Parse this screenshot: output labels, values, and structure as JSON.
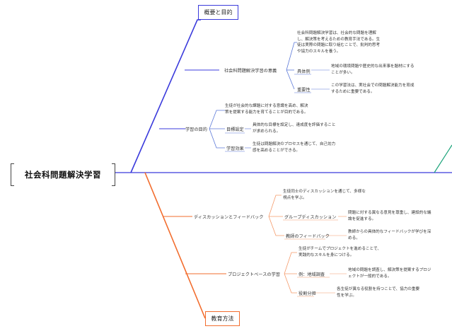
{
  "root": "社会科問題解決学習",
  "branch_top": {
    "title": "概要と目的",
    "definition": {
      "label": "社会科問題解決学習の意義",
      "text": [
        "社会科問題解決学習は、社会的な問題を理解",
        "し、解決策を考えるための教育手法である。生",
        "徒は実際の問題に取り組むことで、批判的思考",
        "や協力のスキルを養う。"
      ],
      "children": [
        {
          "label": "具体例",
          "text": [
            "地域の環境問題や歴史的な出来事を題材にする",
            "ことが多い。"
          ]
        },
        {
          "label": "重要性",
          "text": [
            "この学習法は、実社会での問題解決能力を育成",
            "するために重要である。"
          ]
        }
      ]
    },
    "goals": {
      "label": "学習の目的",
      "text": [
        "生徒が社会的な課題に対する意識を高め、解決",
        "策を提案する能力を育てることが目的である。"
      ],
      "children": [
        {
          "label": "目標設定",
          "text": [
            "具体的な目標を設定し、達成度を評価すること",
            "が求められる。"
          ]
        },
        {
          "label": "学習効果",
          "text": [
            "生徒は問題解決のプロセスを通じて、自己効力",
            "感を高めることができる。"
          ]
        }
      ]
    }
  },
  "branch_bottom": {
    "title": "教育方法",
    "discussion": {
      "label": "ディスカッションとフィードバック",
      "text": [
        "生徒同士のディスカッションを通じて、多様な",
        "視点を学ぶ。"
      ],
      "children": [
        {
          "label": "グループディスカッション",
          "text": [
            "問題に対する異なる意見を尊重し、建設的な議",
            "論を促進する。"
          ]
        },
        {
          "label": "教師のフィードバック",
          "text": [
            "教師からの具体的なフィードバックが学びを深",
            "める。"
          ]
        }
      ]
    },
    "project": {
      "label": "プロジェクトベースの学習",
      "text": [
        "生徒がチームでプロジェクトを進めることで、",
        "実践的なスキルを身につける。"
      ],
      "children": [
        {
          "label": "例：地域調査",
          "text": [
            "地域の問題を調査し、解決策を提案するプロジ",
            "ェクトが一般的である。"
          ]
        },
        {
          "label": "役割分担",
          "text": [
            "各生徒が異なる役割を持つことで、協力の重要",
            "性を学ぶ。"
          ]
        }
      ]
    }
  },
  "colors": {
    "blue": "#3b3bdc",
    "orange": "#f26d2e",
    "green": "#1aa37a",
    "leaf": "#5b78d8",
    "leaf_orange": "#f59a6a"
  }
}
